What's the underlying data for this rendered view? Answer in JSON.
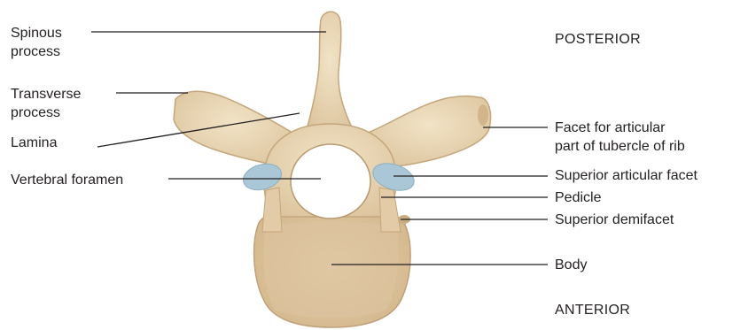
{
  "orientation": {
    "posterior": "POSTERIOR",
    "anterior": "ANTERIOR"
  },
  "labels": {
    "spinous_process": [
      "Spinous",
      "process"
    ],
    "transverse_process": [
      "Transverse",
      "process"
    ],
    "lamina": "Lamina",
    "vertebral_foramen": "Vertebral foramen",
    "facet_tubercle": [
      "Facet for articular",
      "part of tubercle of rib"
    ],
    "superior_articular_facet": "Superior articular facet",
    "pedicle": "Pedicle",
    "superior_demifacet": "Superior demifacet",
    "body": "Body"
  },
  "colors": {
    "bone": "#e9d6b4",
    "bone_shadow": "#c9ac82",
    "body_face": "#ddc39d",
    "facet": "#a9c6d6",
    "line": "#231f20"
  }
}
